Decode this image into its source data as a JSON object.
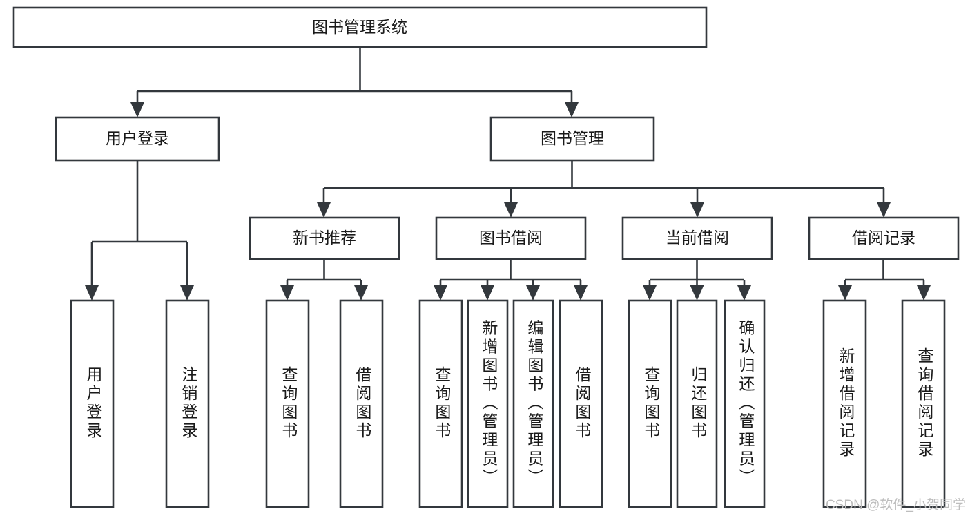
{
  "diagram": {
    "type": "tree-hierarchy",
    "title": "图书管理系统",
    "watermark": "CSDN @软件_小贺同学",
    "colors": {
      "stroke": "#33383d",
      "fill": "#ffffff",
      "text": "#1a1a1a",
      "watermark": "#bdbdbd",
      "background": "#ffffff"
    },
    "levels": [
      {
        "level": 1,
        "nodes": [
          {
            "id": "root",
            "label": "图书管理系统",
            "orientation": "horizontal"
          }
        ]
      },
      {
        "level": 2,
        "nodes": [
          {
            "id": "login",
            "label": "用户登录",
            "orientation": "horizontal",
            "parent": "root"
          },
          {
            "id": "bookmgmt",
            "label": "图书管理",
            "orientation": "horizontal",
            "parent": "root"
          }
        ]
      },
      {
        "level": 3,
        "nodes": [
          {
            "id": "newbook",
            "label": "新书推荐",
            "orientation": "horizontal",
            "parent": "bookmgmt"
          },
          {
            "id": "borrow",
            "label": "图书借阅",
            "orientation": "horizontal",
            "parent": "bookmgmt"
          },
          {
            "id": "current",
            "label": "当前借阅",
            "orientation": "horizontal",
            "parent": "bookmgmt"
          },
          {
            "id": "records",
            "label": "借阅记录",
            "orientation": "horizontal",
            "parent": "bookmgmt"
          }
        ]
      },
      {
        "level": 4,
        "nodes": [
          {
            "id": "leaf-1",
            "label": "用户登录",
            "orientation": "vertical",
            "parent": "login"
          },
          {
            "id": "leaf-2",
            "label": "注销登录",
            "orientation": "vertical",
            "parent": "login"
          },
          {
            "id": "leaf-3",
            "label": "查询图书",
            "orientation": "vertical",
            "parent": "newbook"
          },
          {
            "id": "leaf-4",
            "label": "借阅图书",
            "orientation": "vertical",
            "parent": "newbook"
          },
          {
            "id": "leaf-5",
            "label": "查询图书",
            "orientation": "vertical",
            "parent": "borrow"
          },
          {
            "id": "leaf-6",
            "label": "新增图书（管理员）",
            "orientation": "vertical",
            "parent": "borrow"
          },
          {
            "id": "leaf-7",
            "label": "编辑图书（管理员）",
            "orientation": "vertical",
            "parent": "borrow"
          },
          {
            "id": "leaf-8",
            "label": "借阅图书",
            "orientation": "vertical",
            "parent": "borrow"
          },
          {
            "id": "leaf-9",
            "label": "查询图书",
            "orientation": "vertical",
            "parent": "current"
          },
          {
            "id": "leaf-10",
            "label": "归还图书",
            "orientation": "vertical",
            "parent": "current"
          },
          {
            "id": "leaf-11",
            "label": "确认归还（管理员）",
            "orientation": "vertical",
            "parent": "current"
          },
          {
            "id": "leaf-12",
            "label": "新增借阅记录",
            "orientation": "vertical",
            "parent": "records"
          },
          {
            "id": "leaf-13",
            "label": "查询借阅记录",
            "orientation": "vertical",
            "parent": "records"
          }
        ]
      }
    ]
  }
}
